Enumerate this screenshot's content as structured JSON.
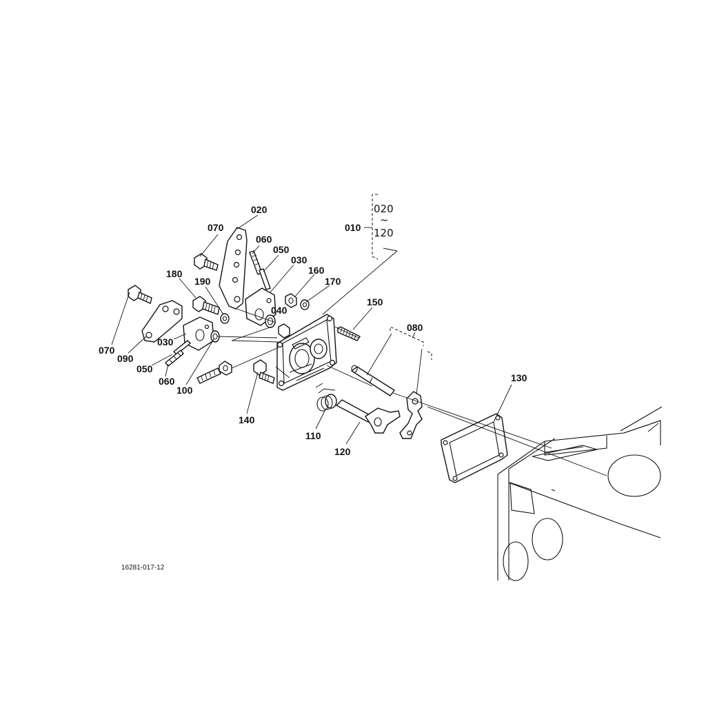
{
  "diagram": {
    "drawing_code": "16281-017-12",
    "bracket": {
      "label": "010",
      "from": "020",
      "tilde": "~",
      "to": "120"
    },
    "labels": {
      "p020": "020",
      "p070_top": "070",
      "p060_top": "060",
      "p050_top": "050",
      "p030_top": "030",
      "p180": "180",
      "p190": "190",
      "p160": "160",
      "p170": "170",
      "p040": "040",
      "p150": "150",
      "p080": "080",
      "p070_left": "070",
      "p090": "090",
      "p030_left": "030",
      "p050_left": "050",
      "p060_left": "060",
      "p100": "100",
      "p140": "140",
      "p110": "110",
      "p120": "120",
      "p130": "130"
    }
  }
}
